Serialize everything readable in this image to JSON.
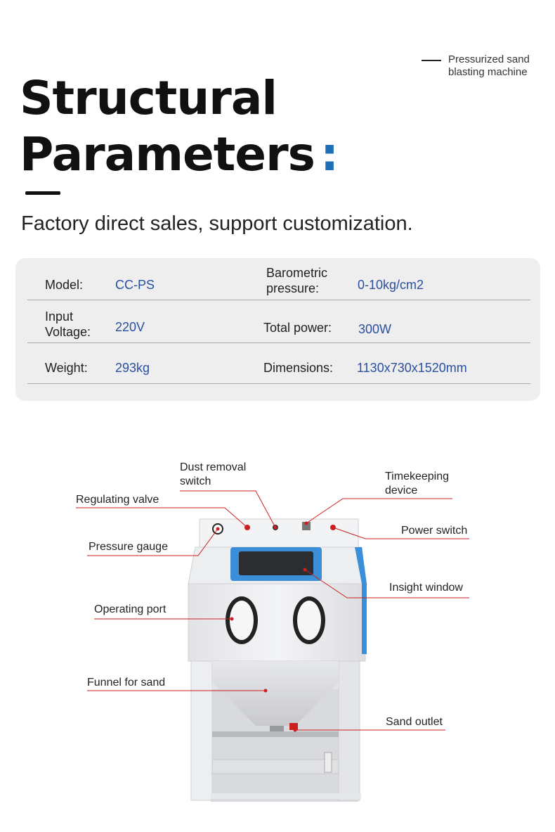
{
  "corner_tag": "Pressurized sand blasting machine",
  "title": {
    "line1": "Structural",
    "line2": "Parameters",
    "colon": ":"
  },
  "subtitle": "Factory direct sales, support customization.",
  "specs": [
    {
      "label": "Model:",
      "value": "CC-PS",
      "label2": "Barometric pressure:",
      "value2": "0-10kg/cm2"
    },
    {
      "label": "Input Voltage:",
      "value": "220V",
      "label2": "Total power:",
      "value2": "300W"
    },
    {
      "label": "Weight:",
      "value": "293kg",
      "label2": "Dimensions:",
      "value2": "1130x730x1520mm"
    }
  ],
  "callouts": {
    "dust_removal": "Dust removal switch",
    "regulating_valve": "Regulating valve",
    "pressure_gauge": "Pressure gauge",
    "operating_port": "Operating port",
    "funnel": "Funnel for sand",
    "timekeeping": "Timekeeping device",
    "power_switch": "Power switch",
    "insight_window": "Insight window",
    "sand_outlet": "Sand outlet"
  },
  "colors": {
    "accent": "#1f6fb8",
    "value_text": "#2a4fa0",
    "leader": "#cc1f1f",
    "cabinet": "#ecedef",
    "window_frame": "#3b8fd8"
  }
}
